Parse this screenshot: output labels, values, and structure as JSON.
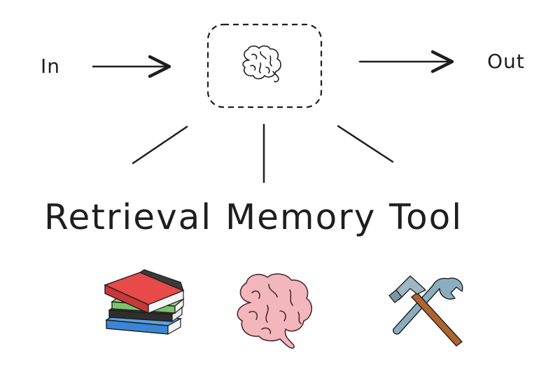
{
  "input_label": "In",
  "output_label": "Out",
  "branches": [
    {
      "label": "Retrieval",
      "icon": "books-icon"
    },
    {
      "label": "Memory",
      "icon": "brain-icon"
    },
    {
      "label": "Tool",
      "icon": "hammer-and-wrench-icon"
    }
  ],
  "center_icon": "brain-outline-icon",
  "colors": {
    "ink": "#1e1e1e",
    "brain_pink": "#f4b6bd",
    "book_red": "#e84a4a",
    "book_green": "#7cc46a",
    "book_blue": "#3a86d6",
    "tool_handle": "#b0632f",
    "tool_metal": "#8aaec0"
  }
}
